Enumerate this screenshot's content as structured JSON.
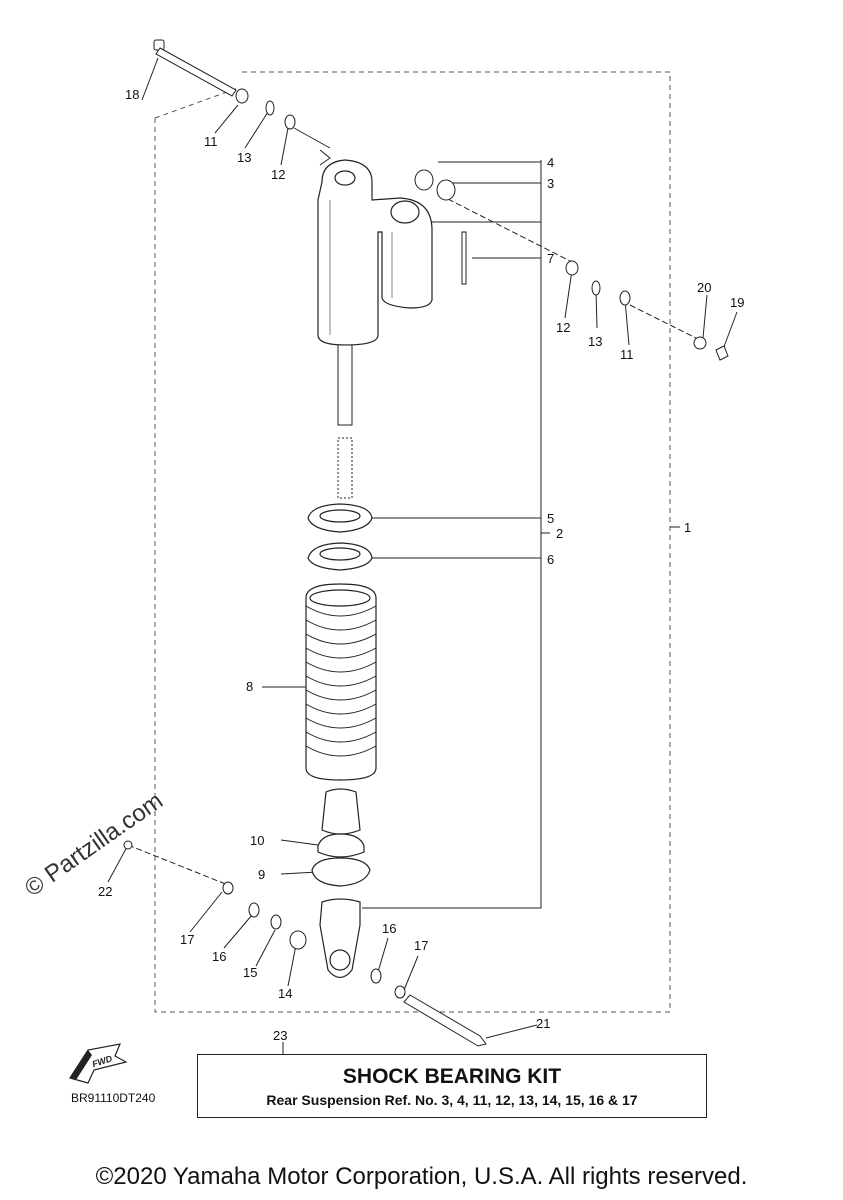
{
  "watermark": "© Partzilla.com",
  "diagram_code": "BR91110DT240",
  "fwd_label": "FWD",
  "kit": {
    "title": "SHOCK BEARING KIT",
    "description": "Rear Suspension Ref. No. 3, 4, 11, 12, 13, 14, 15, 16 & 17"
  },
  "copyright": "©2020 Yamaha Motor Corporation, U.S.A. All rights reserved.",
  "callouts": {
    "c1": "1",
    "c2": "2",
    "c3": "3",
    "c4": "4",
    "c5": "5",
    "c6": "6",
    "c7": "7",
    "c8": "8",
    "c9": "9",
    "c10": "10",
    "c11a": "11",
    "c11b": "11",
    "c12a": "12",
    "c12b": "12",
    "c13a": "13",
    "c13b": "13",
    "c14": "14",
    "c15": "15",
    "c16a": "16",
    "c16b": "16",
    "c17a": "17",
    "c17b": "17",
    "c18": "18",
    "c19": "19",
    "c20": "20",
    "c21": "21",
    "c22": "22",
    "c23": "23"
  }
}
